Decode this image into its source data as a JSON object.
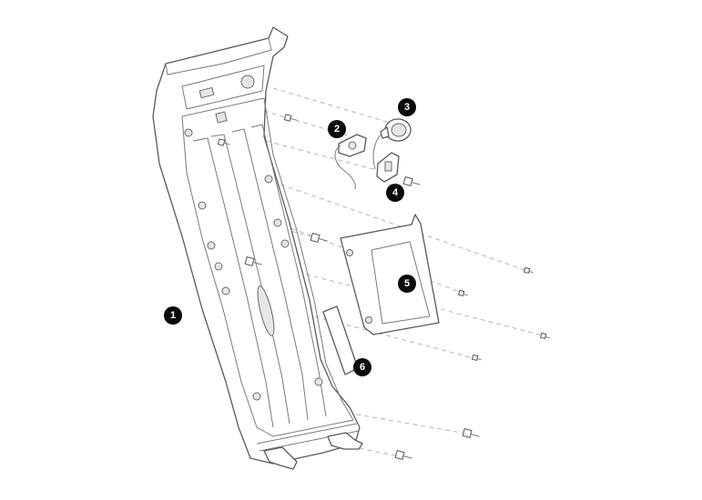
{
  "diagram": {
    "type": "exploded-parts-view",
    "callouts": [
      {
        "id": "1",
        "label": "1"
      },
      {
        "id": "2",
        "label": "2"
      },
      {
        "id": "3",
        "label": "3"
      },
      {
        "id": "4",
        "label": "4"
      },
      {
        "id": "5",
        "label": "5"
      },
      {
        "id": "6",
        "label": "6"
      }
    ],
    "colors": {
      "line": "#5a5a5a",
      "leader": "#b4b4b4",
      "callout_fill": "#0a0a0a",
      "callout_text": "#ffffff",
      "background": "#ffffff"
    }
  }
}
